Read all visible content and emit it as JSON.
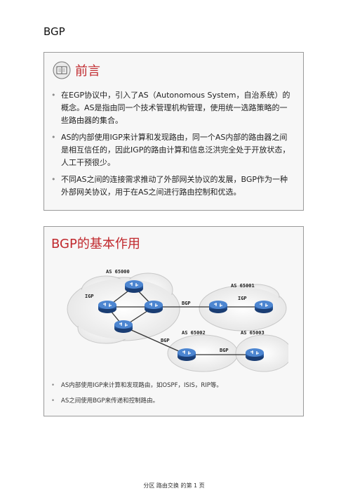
{
  "doc_title": "BGP",
  "slide1": {
    "title": "前言",
    "bullets": [
      "在EGP协议中，引入了AS（Autonomous System，自治系统）的概念。AS是指由同一个技术管理机构管理，使用统一选路策略的一些路由器的集合。",
      "AS的内部使用IGP来计算和发现路由，同一个AS内部的路由器之间是相互信任的，因此IGP的路由计算和信息泛洪完全处于开放状态，人工干预很少。",
      "不同AS之间的连接需求推动了外部网关协议的发展，BGP作为一种外部网关协议，用于在AS之间进行路由控制和优选。"
    ]
  },
  "slide2": {
    "title": "BGP的基本作用",
    "diagram": {
      "as_65000": "AS 65000",
      "as_65001": "AS 65001",
      "as_65002": "AS 65002",
      "as_65003": "AS 65003",
      "igp_left": "IGP",
      "igp_right": "IGP",
      "bgp_1": "BGP",
      "bgp_2": "BGP",
      "bgp_3": "BGP",
      "router_color": "#2b5fa6"
    },
    "bullets": [
      "AS内部使用IGP来计算和发现路由，如OSPF，ISIS，RIP等。",
      "AS之间使用BGP来传递和控制路由。"
    ]
  },
  "footer": "分区 路由交换 的第 1 页",
  "colors": {
    "title_red": "#c0282d",
    "border": "#9a9a9a"
  }
}
